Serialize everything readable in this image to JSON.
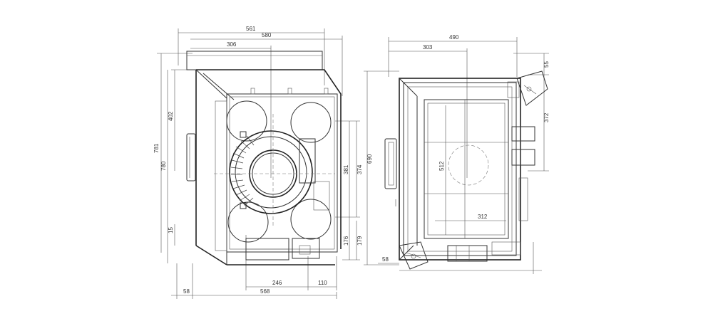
{
  "left_view": {
    "dims": {
      "w561": "561",
      "w580": "580",
      "w306": "306",
      "h781": "781",
      "h780": "780",
      "h402": "402",
      "h15": "15",
      "h374": "374",
      "h381": "381",
      "h179": "179",
      "h176": "176",
      "b246": "246",
      "b110": "110",
      "b568": "568",
      "b58": "58"
    }
  },
  "right_view": {
    "dims": {
      "w490": "490",
      "w303": "303",
      "h690": "690",
      "h512": "512",
      "w312": "312",
      "r55": "55",
      "r372": "372",
      "b58": "58"
    }
  }
}
